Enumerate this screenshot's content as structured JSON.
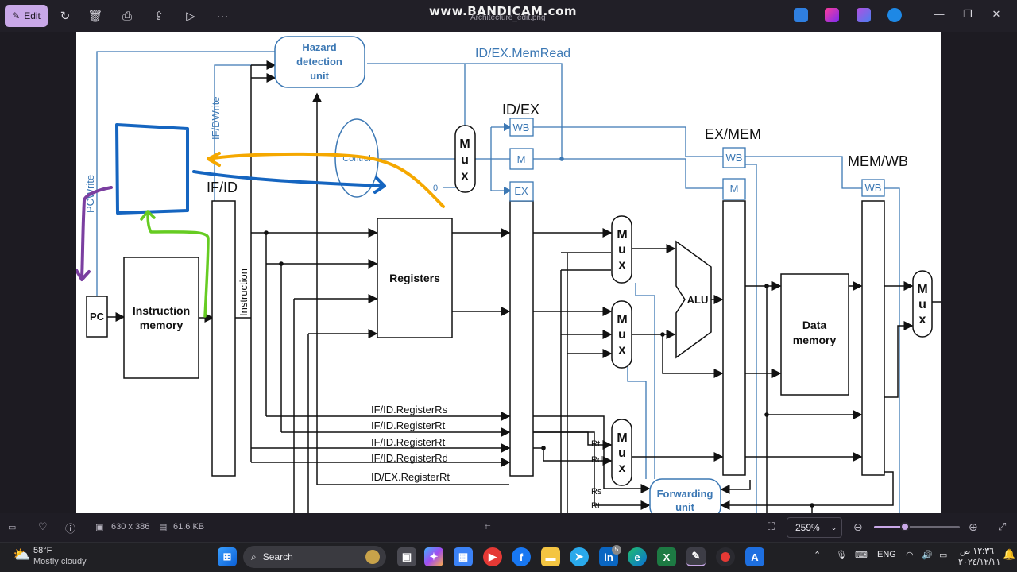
{
  "toolbar": {
    "edit_label": "Edit",
    "watermark": "www.BANDICAM.com",
    "filename": "Architecture_edit.png"
  },
  "diagram": {
    "hazard_unit": [
      "Hazard",
      "detection",
      "unit"
    ],
    "idex_memread": "ID/EX.MemRead",
    "ifid_write": "IF/DWrite",
    "pc_write": "PCWrite",
    "control": "Control",
    "zero": "0",
    "mux": [
      "M",
      "u",
      "x"
    ],
    "idex": "ID/EX",
    "exmem": "EX/MEM",
    "memwb": "MEM/WB",
    "ifid": "IF/ID",
    "wb": "WB",
    "m": "M",
    "ex": "EX",
    "pc": "PC",
    "instr_mem": [
      "Instruction",
      "memory"
    ],
    "instruction": "Instruction",
    "registers": "Registers",
    "alu": "ALU",
    "data_mem": [
      "Data",
      "memory"
    ],
    "forwarding": [
      "Forwarding",
      "unit"
    ],
    "reg_rs": "IF/ID.RegisterRs",
    "reg_rt1": "IF/ID.RegisterRt",
    "reg_rt2": "IF/ID.RegisterRt",
    "reg_rd": "IF/ID.RegisterRd",
    "idex_rt": "ID/EX.RegisterRt",
    "rt": "Rt",
    "rd": "Rd",
    "rs": "Rs",
    "rt2": "Rt"
  },
  "status": {
    "dimensions": "630 x 386",
    "filesize": "61.6 KB",
    "zoom": "259%",
    "zoom_level": 0.36
  },
  "taskbar": {
    "temperature": "58°F",
    "weather": "Mostly cloudy",
    "search_placeholder": "Search",
    "language": "ENG",
    "time": "١٢:٣٦ ص",
    "date": "٢٠٢٤/١٢/١١",
    "badge": "5"
  },
  "colors": {
    "accent": "#c9a8e8",
    "wire_blue": "#3c78b4",
    "pen_orange": "#f5a800",
    "pen_blue": "#1565c0",
    "pen_green": "#66cc22",
    "pen_purple": "#7b3fa0"
  }
}
